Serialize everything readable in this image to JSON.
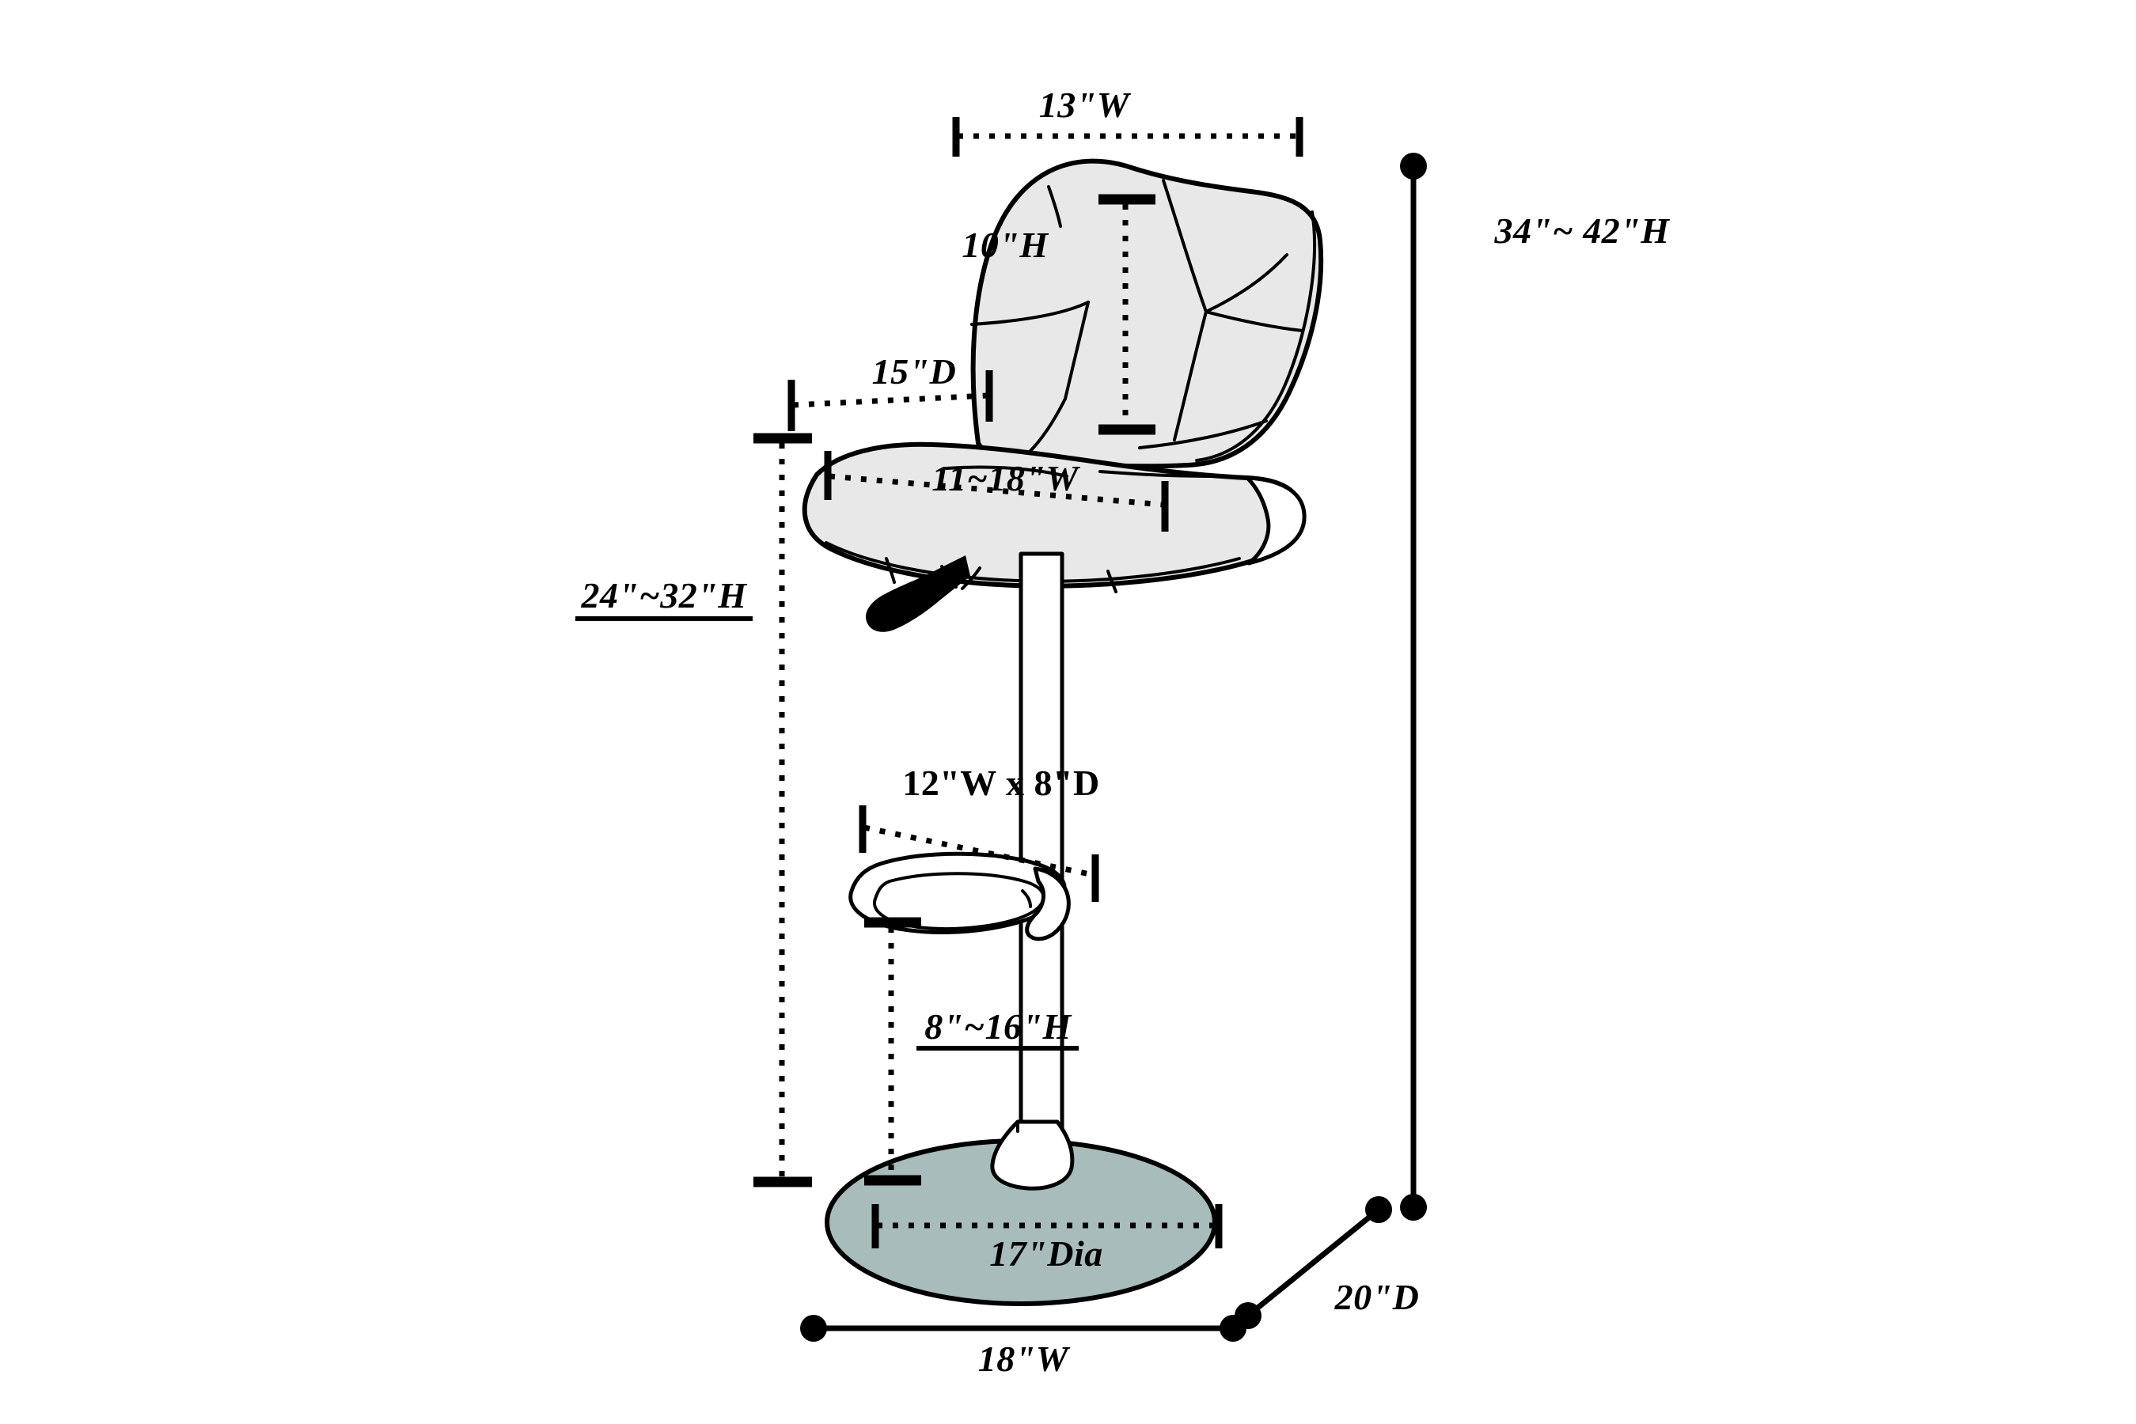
{
  "figure": {
    "title": "Bar stool dimension diagram",
    "background_color": "#ffffff"
  },
  "colors": {
    "cushion_fill": "#e8e8e8",
    "base_fill": "#a7bcbb",
    "metal_fill": "#ffffff",
    "line": "#000000"
  },
  "dimensions": {
    "backrest_width": "13\"W",
    "backrest_height": "10\"H",
    "seat_depth": "15\"D",
    "seat_width": "11~18\"W",
    "seat_height_range": "24\"~32\"H",
    "overall_height_range": "34\"~ 42\"H",
    "footrest_size": "12\"W x 8\"D",
    "footrest_height_range": "8\"~16\"H",
    "base_diameter": "17\"Dia",
    "overall_width": "18\"W",
    "overall_depth": "20\"D"
  },
  "parts": {
    "backrest": "backrest-cushion",
    "seat": "seat-cushion",
    "column": "gas-lift-column",
    "lever": "height-adjust-lever",
    "footrest": "footrest-ring",
    "base": "round-base-plate"
  }
}
